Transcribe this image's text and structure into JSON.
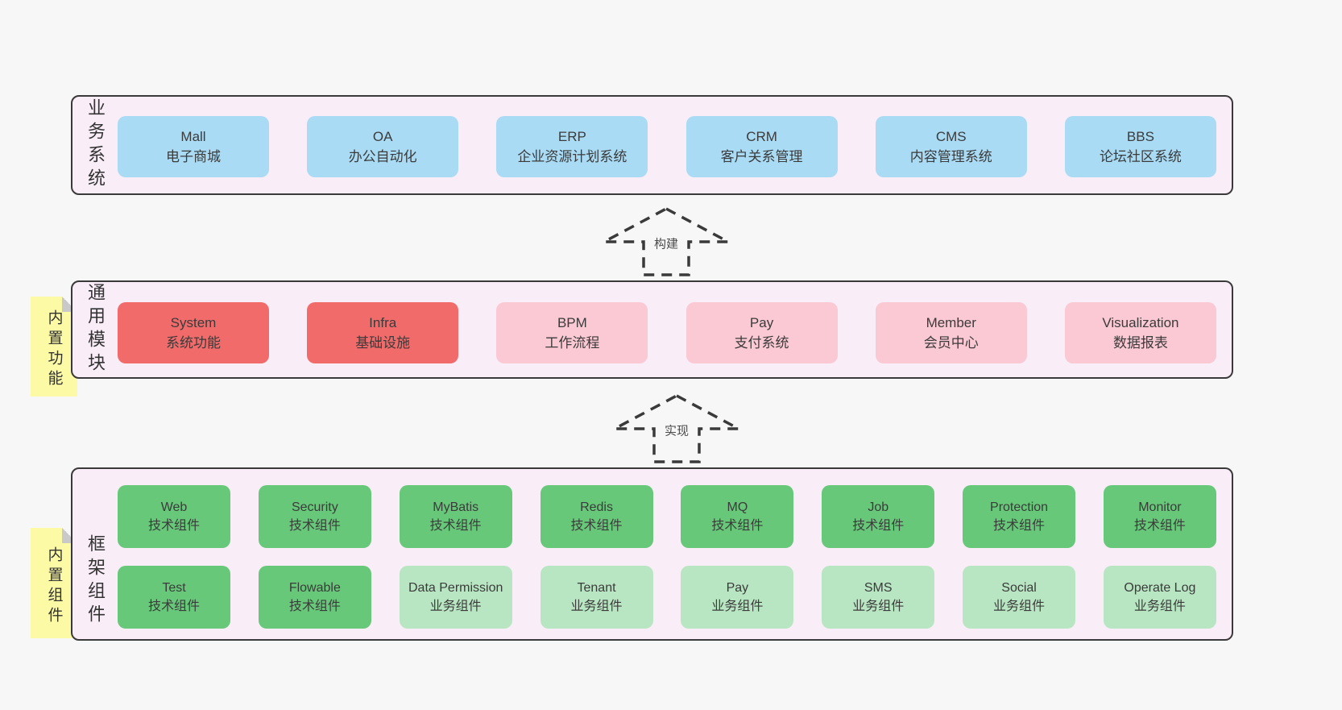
{
  "colors": {
    "blue": "#a9dbf5",
    "red": "#f16b6b",
    "pink": "#fbc9d4",
    "green": "#68c87a",
    "lightgreen": "#b9e6c2",
    "band_bg": "#f9edf7",
    "note_bg": "#fcfaa5",
    "page_bg": "#f7f7f7",
    "border": "#3a3a3a"
  },
  "bands": [
    {
      "label": "业务系统",
      "boxes": [
        {
          "title": "Mall",
          "subtitle": "电子商城"
        },
        {
          "title": "OA",
          "subtitle": "办公自动化"
        },
        {
          "title": "ERP",
          "subtitle": "企业资源计划系统"
        },
        {
          "title": "CRM",
          "subtitle": "客户关系管理"
        },
        {
          "title": "CMS",
          "subtitle": "内容管理系统"
        },
        {
          "title": "BBS",
          "subtitle": "论坛社区系统"
        }
      ]
    },
    {
      "label": "通用模块",
      "note": "内置功能",
      "boxes": [
        {
          "title": "System",
          "subtitle": "系统功能"
        },
        {
          "title": "Infra",
          "subtitle": "基础设施"
        },
        {
          "title": "BPM",
          "subtitle": "工作流程"
        },
        {
          "title": "Pay",
          "subtitle": "支付系统"
        },
        {
          "title": "Member",
          "subtitle": "会员中心"
        },
        {
          "title": "Visualization",
          "subtitle": "数据报表"
        }
      ]
    },
    {
      "label": "框架组件",
      "note": "内置组件",
      "rows": [
        [
          {
            "title": "Web",
            "subtitle": "技术组件"
          },
          {
            "title": "Security",
            "subtitle": "技术组件"
          },
          {
            "title": "MyBatis",
            "subtitle": "技术组件"
          },
          {
            "title": "Redis",
            "subtitle": "技术组件"
          },
          {
            "title": "MQ",
            "subtitle": "技术组件"
          },
          {
            "title": "Job",
            "subtitle": "技术组件"
          },
          {
            "title": "Protection",
            "subtitle": "技术组件"
          },
          {
            "title": "Monitor",
            "subtitle": "技术组件"
          }
        ],
        [
          {
            "title": "Test",
            "subtitle": "技术组件"
          },
          {
            "title": "Flowable",
            "subtitle": "技术组件"
          },
          {
            "title": "Data Permission",
            "subtitle": "业务组件"
          },
          {
            "title": "Tenant",
            "subtitle": "业务组件"
          },
          {
            "title": "Pay",
            "subtitle": "业务组件"
          },
          {
            "title": "SMS",
            "subtitle": "业务组件"
          },
          {
            "title": "Social",
            "subtitle": "业务组件"
          },
          {
            "title": "Operate Log",
            "subtitle": "业务组件"
          }
        ]
      ]
    }
  ],
  "arrows": [
    {
      "label": "构建"
    },
    {
      "label": "实现"
    }
  ]
}
